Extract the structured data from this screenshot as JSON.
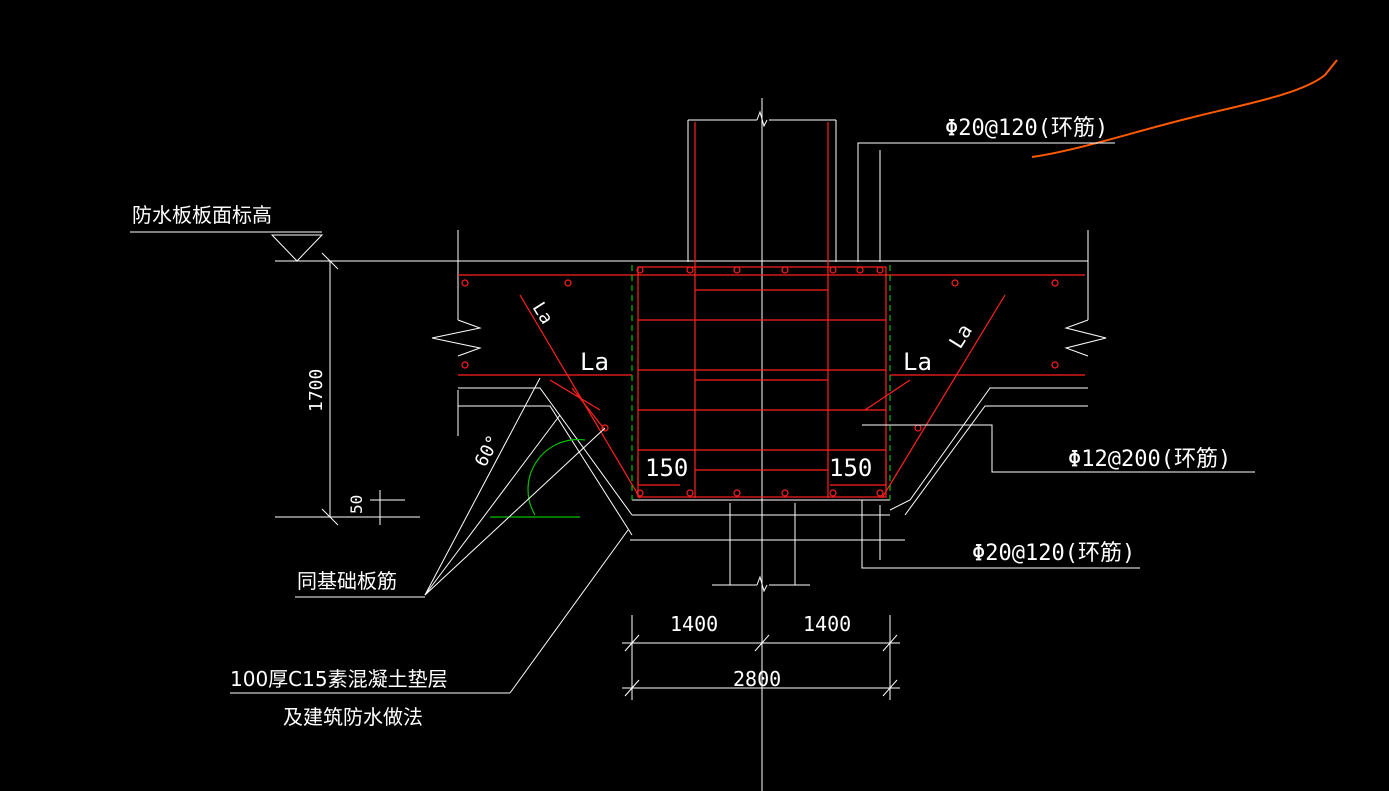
{
  "labels": {
    "top_slab_elevation": "防水板板面标高",
    "dim_1700": "1700",
    "dim_50": "50",
    "angle_60": "60°",
    "la_left_diag": "La",
    "la_left": "La",
    "la_right": "La",
    "la_right_diag": "La",
    "dim_150_left": "150",
    "dim_150_right": "150",
    "rebar_top": "Φ20@120(环筋)",
    "rebar_mid": "Φ12@200(环筋)",
    "rebar_bottom": "Φ20@120(环筋)",
    "same_as_slab": "同基础板筋",
    "cushion_line1": "100厚C15素混凝土垫层",
    "cushion_line2": "及建筑防水做法",
    "dim_1400_left": "1400",
    "dim_1400_right": "1400",
    "dim_2800": "2800"
  },
  "colors": {
    "background": "#000000",
    "outline": "#ffffff",
    "rebar": "#ff2020",
    "hatch_green": "#00c000",
    "markup_orange": "#ff5a00"
  }
}
